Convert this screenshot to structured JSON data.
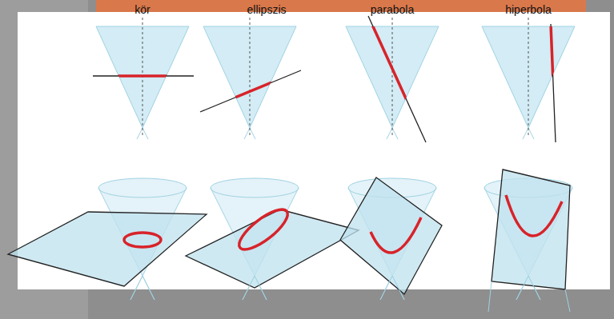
{
  "diagram": {
    "labels": [
      "kör",
      "ellipszis",
      "parabola",
      "hiperbola"
    ]
  }
}
